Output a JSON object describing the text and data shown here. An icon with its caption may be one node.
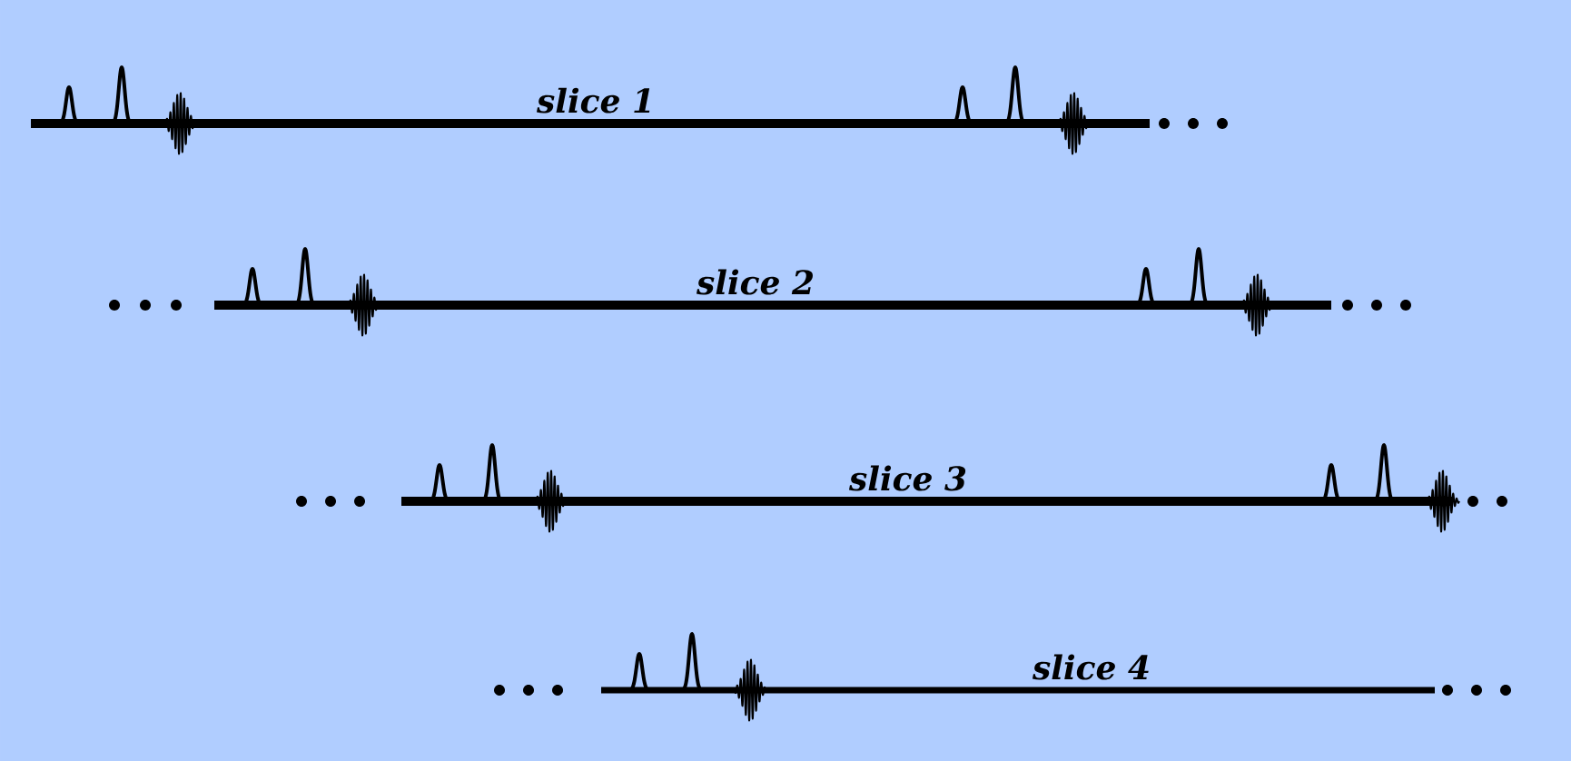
{
  "diagram": {
    "labels": [
      "slice 1",
      "slice 2",
      "slice 3",
      "slice 4"
    ]
  }
}
